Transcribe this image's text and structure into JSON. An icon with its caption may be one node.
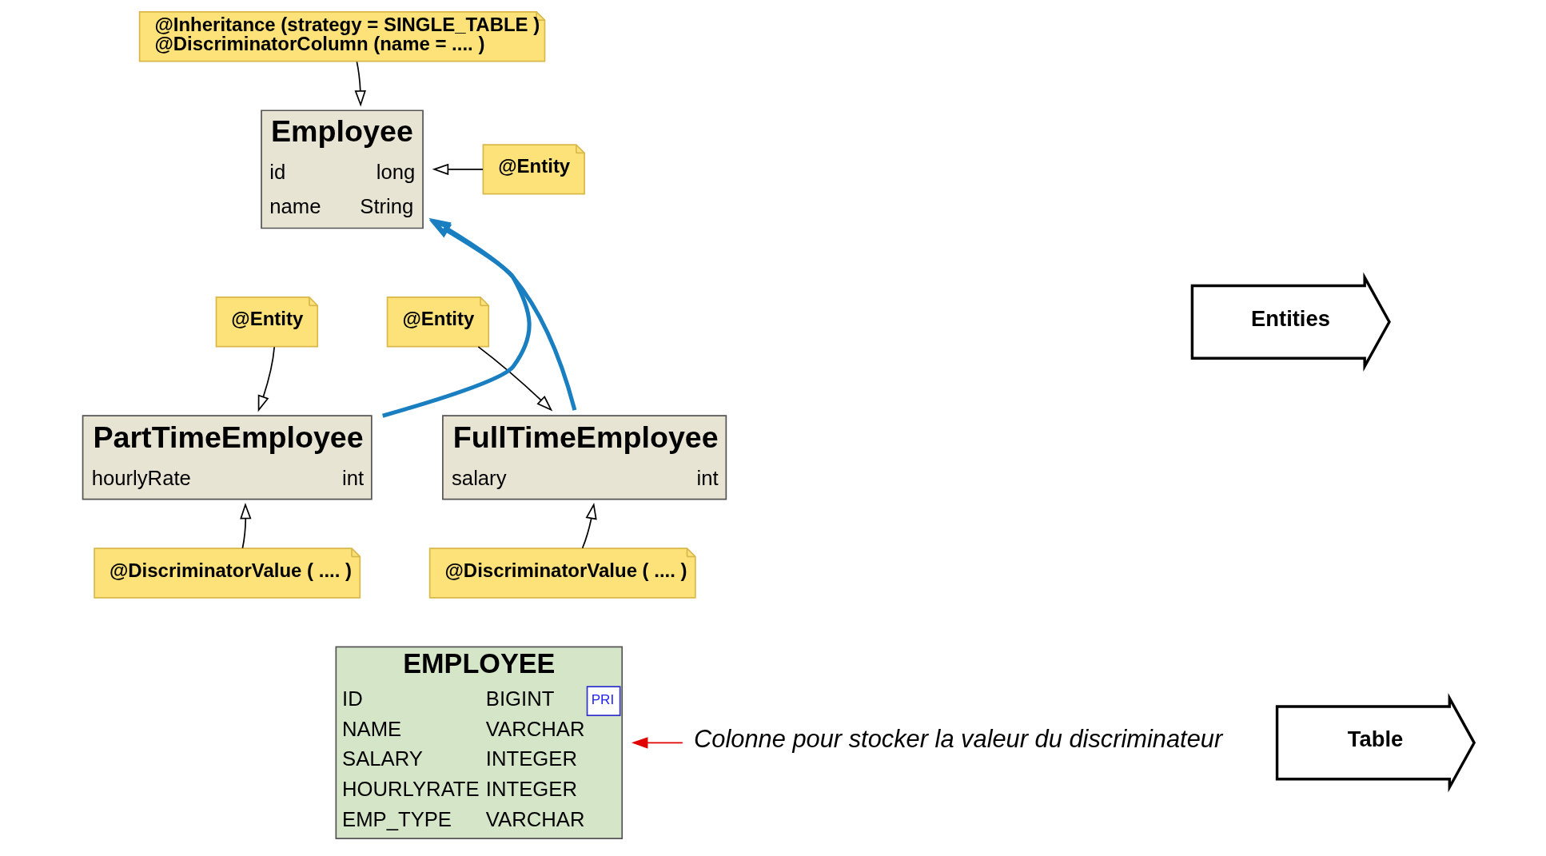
{
  "diagram": {
    "nodes": [
      {
        "text": [
          "@Inheritance (strategy = SINGLE_TABLE )",
          "@DiscriminatorColumn (name = .... )"
        ]
      },
      {
        "text": [
          "@Entity"
        ]
      },
      {
        "text": [
          "Employee",
          "id",
          "long",
          "name",
          "String"
        ]
      },
      {
        "text": [
          "Entities"
        ]
      },
      {
        "text": [
          "@Entity"
        ]
      },
      {
        "text": [
          "FullTimeEmployee",
          "salary",
          "int"
        ]
      },
      {
        "text": [
          "@Entity"
        ]
      },
      {
        "text": [
          "PartTimeEmployee",
          "hourlyRate",
          "int"
        ]
      },
      {
        "text": [
          "@DiscriminatorValue ( .... )"
        ]
      },
      {
        "text": [
          "@DiscriminatorValue ( .... )"
        ]
      },
      {
        "text": [
          "Table"
        ]
      },
      {
        "text": [
          "EMPLOYEE",
          "ID",
          "BIGINT",
          "PRI",
          "NAME",
          "VARCHAR",
          "SALARY",
          "INTEGER",
          "HOURLYRATE",
          "INTEGER",
          "EMP_TYPE",
          "VARCHAR"
        ]
      },
      {
        "text": [
          "Colonne pour stocker la valeur du discriminateur"
        ]
      }
    ],
    "edges": [
      {
        "from": 0,
        "to": 2,
        "arrow": "to"
      },
      {
        "from": 1,
        "to": 2,
        "arrow": "to"
      },
      {
        "from": 5,
        "to": 2,
        "arrow": "to",
        "style": "thick",
        "color": "#1a7fc0"
      },
      {
        "from": 7,
        "to": 2,
        "arrow": "to",
        "style": "thick",
        "color": "#1a7fc0"
      },
      {
        "from": 4,
        "to": 5,
        "arrow": "to"
      },
      {
        "from": 6,
        "to": 7,
        "arrow": "to"
      },
      {
        "from": 8,
        "to": 5,
        "arrow": "to"
      },
      {
        "from": 9,
        "to": 7,
        "arrow": "to"
      },
      {
        "from": 12,
        "to": 11,
        "arrow": "to",
        "color": "#e00000"
      }
    ]
  }
}
